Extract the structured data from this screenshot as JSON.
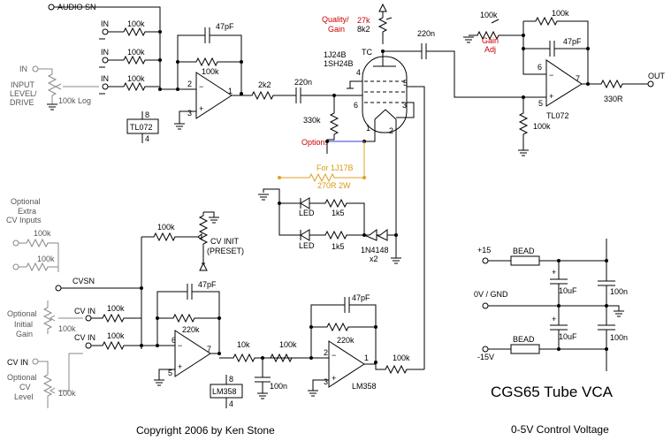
{
  "title": "CGS65 Tube VCA",
  "subtitle": "0-5V Control Voltage",
  "copyright": "Copyright 2006 by Ken Stone",
  "labels": {
    "audio_sn": "AUDIO SN",
    "in": "IN",
    "r100k": "100k",
    "c47pf": "47pF",
    "r2k2": "2k2",
    "c220n": "220n",
    "r330k": "330k",
    "tl072": "TL072",
    "lm358": "LM358",
    "input_level_1": "INPUT",
    "input_level_2": "LEVEL/",
    "input_level_3": "DRIVE",
    "log_pot": "100k Log",
    "quality_1": "Quality/",
    "quality_2": "Gain",
    "r27k": "27k",
    "r8k2": "8k2",
    "tube_1": "1J24B",
    "tube_2": "1SH24B",
    "tc": "TC",
    "option": "Option:",
    "for_1j17b": "For 1J17B",
    "r270r": "270R 2W",
    "led": "LED",
    "r1k5": "1k5",
    "diodes_1": "1N4148",
    "diodes_2": "x2",
    "gain_adj_1": "Gain",
    "gain_adj_2": "Adj",
    "r330r": "330R",
    "out": "OUT",
    "cv_init_1": "CV INIT",
    "cv_init_2": "(PRESET)",
    "opt_cv_1": "Optional",
    "opt_cv_2": "Extra",
    "opt_cv_3": "CV Inputs",
    "cvsn": "CVSN",
    "cv_in": "CV IN",
    "opt_gain_1": "Optional",
    "opt_gain_2": "Initial",
    "opt_gain_3": "Gain",
    "opt_level_1": "Optional",
    "opt_level_2": "CV",
    "opt_level_3": "Level",
    "r220k": "220k",
    "r10k": "10k",
    "c100n": "100n",
    "p15": "+15",
    "bead": "BEAD",
    "gnd": "0V / GND",
    "n15": "-15V",
    "c10uf": "10uF",
    "plus": "+",
    "minus": "−",
    "p1": "1",
    "p2": "2",
    "p3": "3",
    "p4": "4",
    "p5": "5",
    "p6": "6",
    "p7": "7",
    "p8": "8"
  },
  "colors": {
    "wire": "#000000",
    "grey": "#888888",
    "option_blue": "#3a3ad0",
    "option_red": "#cc0000",
    "variant_yellow": "#e0a020"
  }
}
